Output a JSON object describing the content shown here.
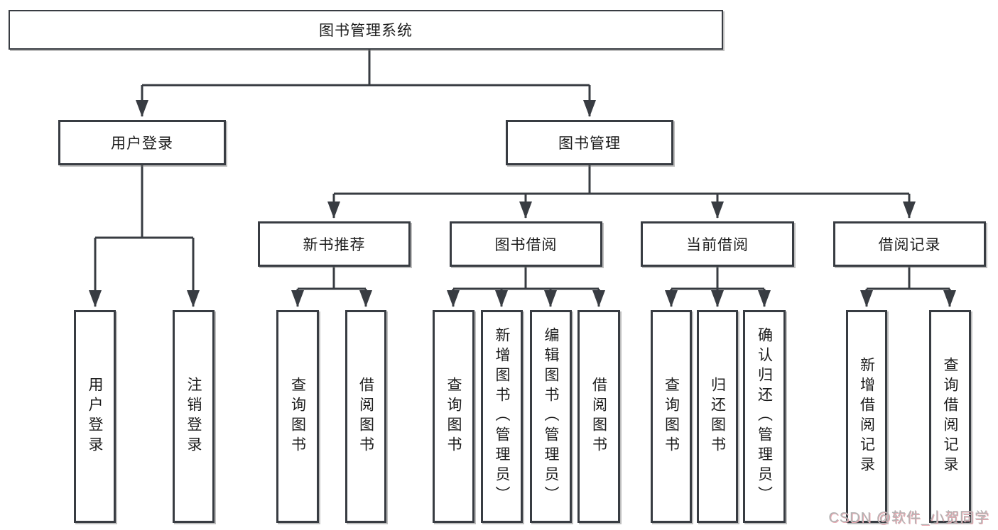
{
  "diagram_title": "图书管理系统",
  "nodes": {
    "root": {
      "label": "图书管理系统"
    },
    "level2": [
      {
        "id": "user-login",
        "label": "用户登录"
      },
      {
        "id": "book-management",
        "label": "图书管理"
      }
    ],
    "level3": [
      {
        "id": "new-book-recommend",
        "label": "新书推荐",
        "parent": "图书管理"
      },
      {
        "id": "book-borrow",
        "label": "图书借阅",
        "parent": "图书管理"
      },
      {
        "id": "current-borrow",
        "label": "当前借阅",
        "parent": "图书管理"
      },
      {
        "id": "borrow-records",
        "label": "借阅记录",
        "parent": "图书管理"
      }
    ],
    "leaves": [
      {
        "label": "用户登录",
        "parent": "用户登录"
      },
      {
        "label": "注销登录",
        "parent": "用户登录"
      },
      {
        "label": "查询图书",
        "parent": "新书推荐"
      },
      {
        "label": "借阅图书",
        "parent": "新书推荐"
      },
      {
        "label": "查询图书",
        "parent": "图书借阅"
      },
      {
        "label": "新增图书（管理员）",
        "parent": "图书借阅"
      },
      {
        "label": "编辑图书（管理员）",
        "parent": "图书借阅"
      },
      {
        "label": "借阅图书",
        "parent": "图书借阅"
      },
      {
        "label": "查询图书",
        "parent": "当前借阅"
      },
      {
        "label": "归还图书",
        "parent": "当前借阅"
      },
      {
        "label": "确认归还（管理员）",
        "parent": "当前借阅"
      },
      {
        "label": "新增借阅记录",
        "parent": "借阅记录"
      },
      {
        "label": "查询借阅记录",
        "parent": "借阅记录"
      }
    ]
  },
  "watermark": {
    "text": "CSDN @软件_小贺同学"
  },
  "colors": {
    "background": "#ffffff",
    "line": "#383c42",
    "box_border": "#383c42",
    "text": "#1c1c1c",
    "watermark_text": "#b3b3b3",
    "watermark_shadow": "#e8a7b0"
  }
}
